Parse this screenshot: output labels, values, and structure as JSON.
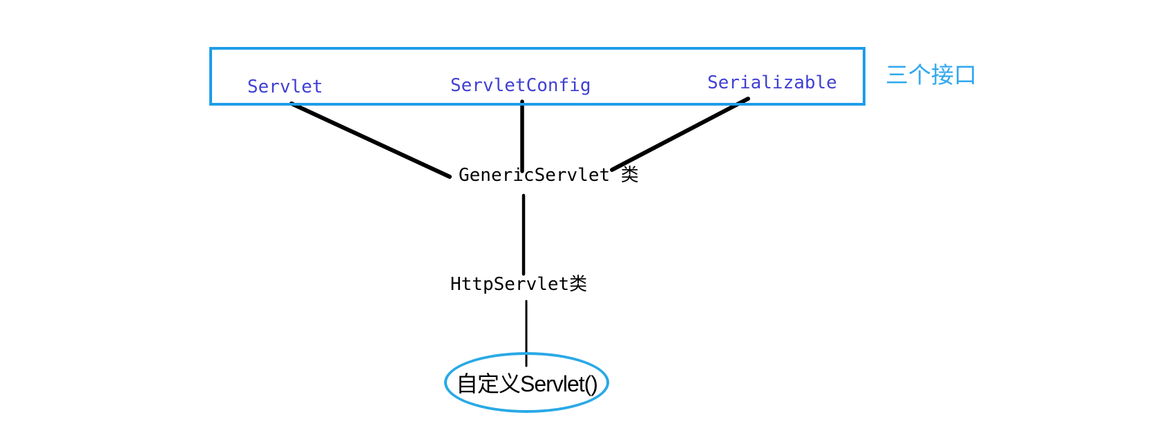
{
  "colors": {
    "box_border": "#1e9de9",
    "interface_text": "#4040d4",
    "annotation_text": "#2fa7ee",
    "ellipse_border": "#29a9e6",
    "line_color": "#000000",
    "class_text": "#000000",
    "bg": "#ffffff"
  },
  "diagram": {
    "interfaces_box": {
      "items": [
        {
          "label": "Servlet"
        },
        {
          "label": "ServletConfig"
        },
        {
          "label": "Serializable"
        }
      ]
    },
    "annotation": "三个接口",
    "nodes": {
      "generic_servlet": "GenericServlet 类",
      "http_servlet": "HttpServlet类",
      "custom_servlet": "自定义Servlet()"
    }
  }
}
